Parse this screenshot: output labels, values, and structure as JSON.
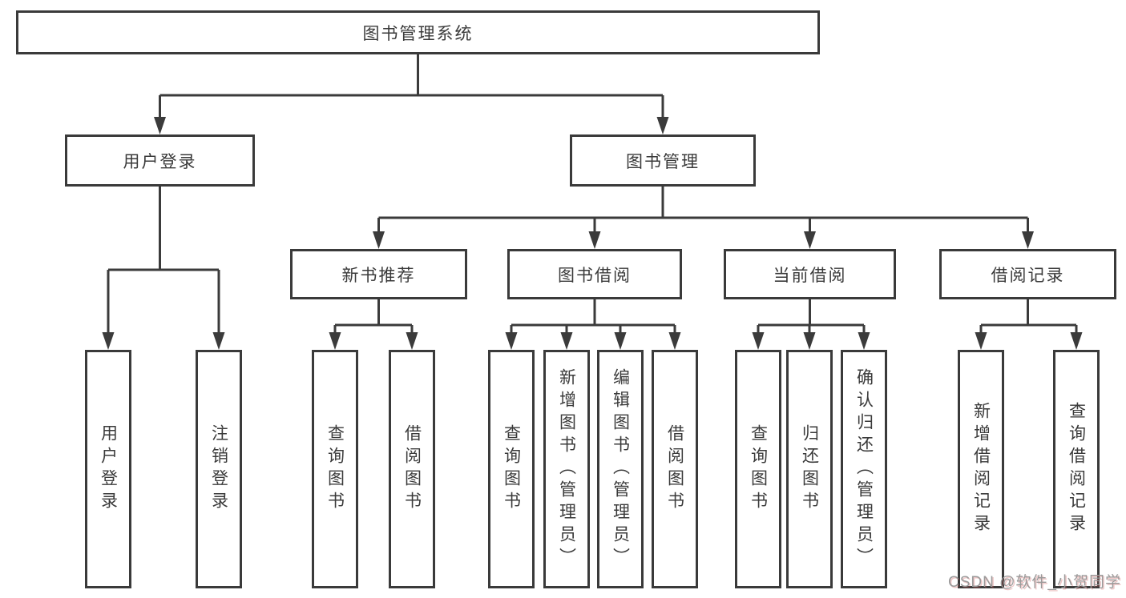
{
  "diagram": {
    "root": {
      "label": "图书管理系统"
    },
    "branches": [
      {
        "label": "用户登录",
        "leaves": [
          {
            "label": "用户登录"
          },
          {
            "label": "注销登录"
          }
        ]
      },
      {
        "label": "图书管理",
        "groups": [
          {
            "label": "新书推荐",
            "leaves": [
              {
                "label": "查询图书"
              },
              {
                "label": "借阅图书"
              }
            ]
          },
          {
            "label": "图书借阅",
            "leaves": [
              {
                "label": "查询图书"
              },
              {
                "label": "新增图书（管理员）"
              },
              {
                "label": "编辑图书（管理员）"
              },
              {
                "label": "借阅图书"
              }
            ]
          },
          {
            "label": "当前借阅",
            "leaves": [
              {
                "label": "查询图书"
              },
              {
                "label": "归还图书"
              },
              {
                "label": "确认归还（管理员）"
              }
            ]
          },
          {
            "label": "借阅记录",
            "leaves": [
              {
                "label": "新增借阅记录"
              },
              {
                "label": "查询借阅记录"
              }
            ]
          }
        ]
      }
    ],
    "watermark": {
      "text": "CSDN @软件_小贺同学"
    },
    "colors": {
      "line": "#3b3b3b",
      "box_border": "#3a3a3a",
      "text": "#3a3a3a",
      "background": "#ffffff",
      "watermark": "#9a9a9a"
    }
  }
}
